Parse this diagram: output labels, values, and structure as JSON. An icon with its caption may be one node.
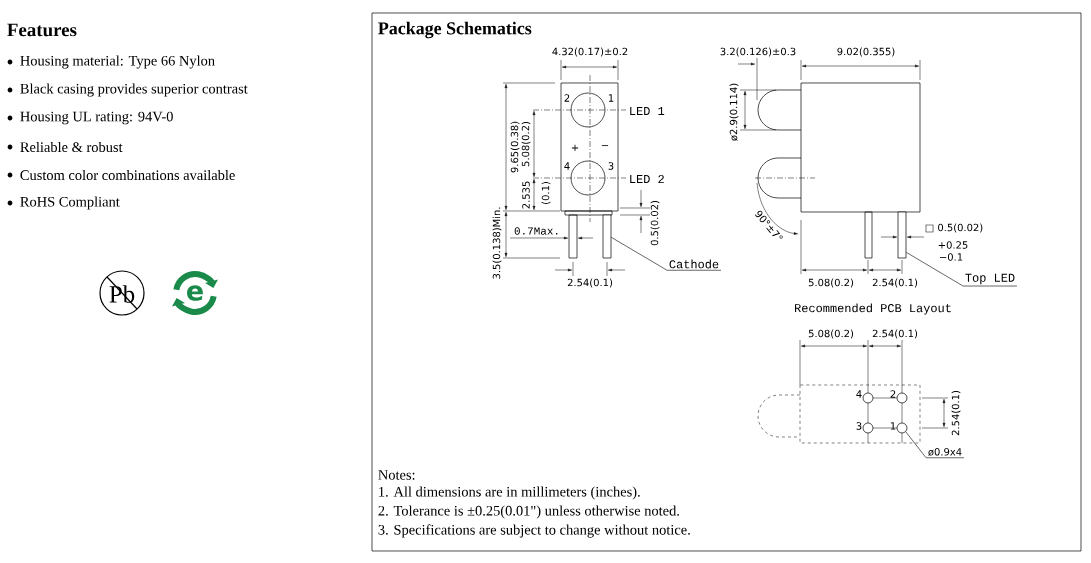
{
  "diagram": {
    "nodes": [
      {
        "text": [
          "Cathode"
        ]
      },
      {
        "text": [],
        "shape": "bar"
      },
      {
        "text": [
          "Top LED"
        ]
      },
      {
        "text": [],
        "shape": "bar"
      },
      {
        "text": [
          "ø0.9x4"
        ]
      },
      {
        "text": [],
        "shape": "circle"
      }
    ],
    "edges": [
      {
        "from": 0,
        "to": 1,
        "arrow": "none"
      },
      {
        "from": 2,
        "to": 3,
        "arrow": "none"
      },
      {
        "from": 4,
        "to": 5,
        "arrow": "none"
      }
    ],
    "labels": [
      "Features",
      "Housing material: Type 66 Nylon",
      "Black casing provides superior contrast",
      "Housing UL rating: 94V-0",
      "Reliable & robust",
      "Custom color combinations available",
      "RoHS Compliant",
      "Pb",
      "e",
      "Package Schematics",
      "4.32(0.17)±0.2",
      "2",
      "1",
      "LED 1",
      "9.65(0.38)",
      "5.08(0.2)",
      "+",
      "−",
      "4",
      "3",
      "LED 2",
      "2.535",
      "(0.1)",
      "0.7Max.",
      "0.5(0.02)",
      "3.5(0.138)Min.",
      "2.54(0.1)",
      "3.2(0.126)±0.3",
      "9.02(0.355)",
      "ø2.9(0.114)",
      "90°±7°",
      "□ 0.5(0.02)",
      "+0.25",
      "−0.1",
      "5.08(0.2)",
      "2.54(0.1)",
      "Recommended PCB Layout",
      "5.08(0.2)",
      "2.54(0.1)",
      "4",
      "2",
      "3",
      "1",
      "2.54(0.1)",
      "Notes:",
      "1. All dimensions are in millimeters (inches).",
      "2. Tolerance is ±0.25(0.01\") unless otherwise noted.",
      "3. Specifications are subject to change without notice."
    ]
  }
}
